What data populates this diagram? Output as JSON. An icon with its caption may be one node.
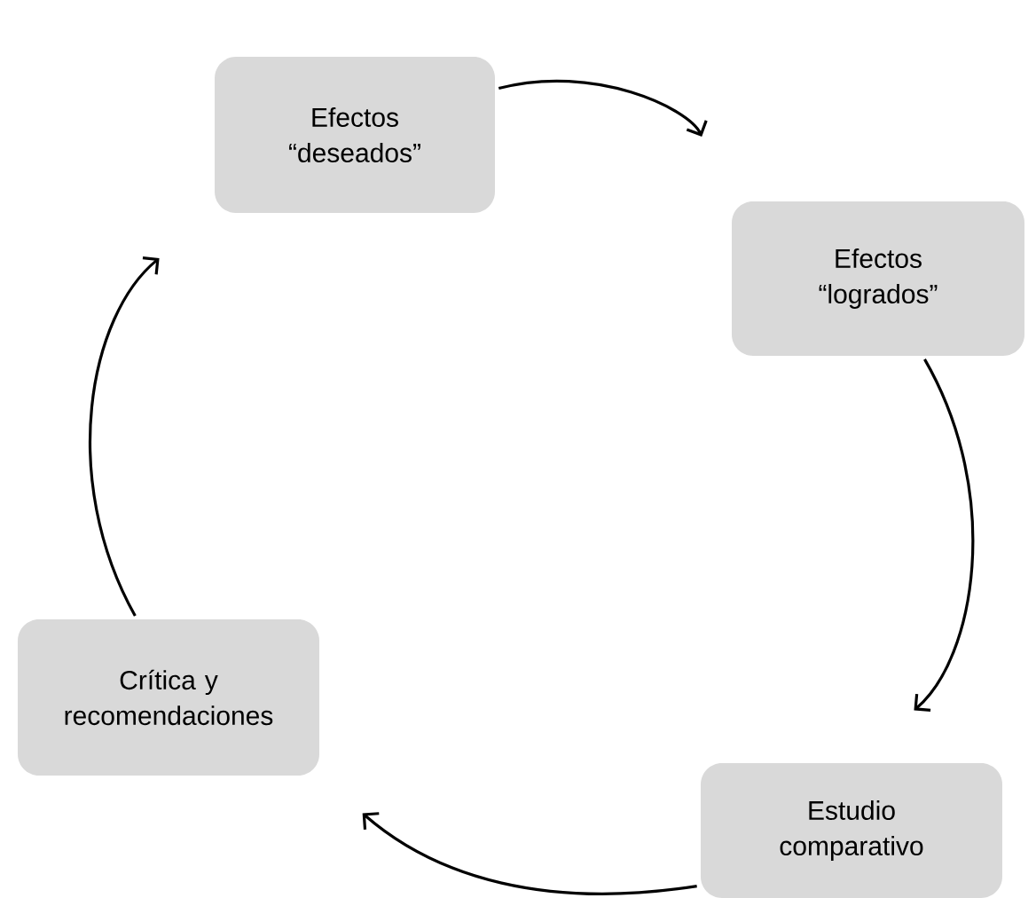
{
  "diagram": {
    "nodes": [
      {
        "text": [
          "Efectos “deseados”"
        ]
      },
      {
        "text": [
          "Efectos “logrados”"
        ]
      },
      {
        "text": [
          "Estudio comparativo"
        ]
      },
      {
        "text": [
          "Crítica y recomendaciones"
        ]
      }
    ],
    "edges": [
      {
        "from": 0,
        "to": 1,
        "arrow": "to"
      },
      {
        "from": 1,
        "to": 2,
        "arrow": "to"
      },
      {
        "from": 2,
        "to": 3,
        "arrow": "to"
      },
      {
        "from": 3,
        "to": 0,
        "arrow": "to"
      }
    ]
  }
}
